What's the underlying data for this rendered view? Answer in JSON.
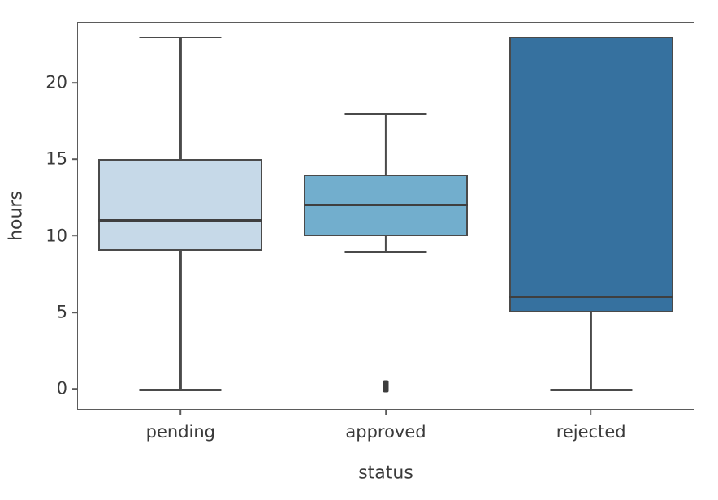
{
  "chart_data": {
    "type": "box",
    "title": "",
    "xlabel": "status",
    "ylabel": "hours",
    "categories": [
      "pending",
      "approved",
      "rejected"
    ],
    "ylim": [
      -1.3,
      23.9
    ],
    "yticks": [
      0,
      5,
      10,
      15,
      20
    ],
    "ytick_labels": [
      "0",
      "5",
      "10",
      "15",
      "20"
    ],
    "grid": false,
    "legend": null,
    "orientation": "vertical",
    "palette": [
      "#c6d9e8",
      "#72aecd",
      "#36719f"
    ],
    "edge_color": "#4a4a4a",
    "boxes": [
      {
        "label": "pending",
        "color": "#c6d9e8",
        "whisker_low": 0,
        "q1": 9,
        "median": 11,
        "q3": 15,
        "whisker_high": 23,
        "outliers": []
      },
      {
        "label": "approved",
        "color": "#72aecd",
        "whisker_low": 9,
        "q1": 10,
        "median": 12,
        "q3": 14,
        "whisker_high": 18,
        "outliers": [
          0,
          0.35
        ]
      },
      {
        "label": "rejected",
        "color": "#36719f",
        "whisker_low": 0,
        "q1": 5,
        "median": 6,
        "q3": 23,
        "whisker_high": 23,
        "outliers": []
      }
    ]
  },
  "figure": {
    "background": "#ffffff",
    "axis_color": "#5b5b5b",
    "text_color": "#3a3a3a"
  }
}
